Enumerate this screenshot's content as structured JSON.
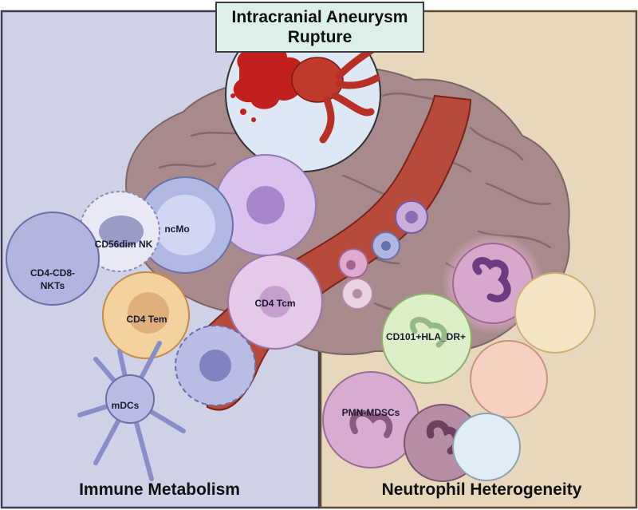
{
  "title": {
    "line1": "Intracranial Aneurysm",
    "line2": "Rupture"
  },
  "panels": {
    "left": {
      "label": "Immune Metabolism",
      "color": "#cfd2e6"
    },
    "right": {
      "label": "Neutrophil Heterogeneity",
      "color": "#e6d7bd"
    }
  },
  "cells": {
    "nkt": "CD4-CD8-",
    "nkt2": "NKTs",
    "nk": "CD56dim NK",
    "ncmo": "ncMo",
    "cd4tem": "CD4 Tem",
    "cd4tcm": "CD4 Tcm",
    "mdc": "mDCs",
    "cd101": "CD101+HLA_DR+",
    "pmn": "PMN-MDSCs"
  },
  "colors": {
    "brain": "#a98a8c",
    "vessel": "#b84a3c",
    "blood": "#c21f1f",
    "immune_cell": "#b3b6e0",
    "neutrophil": "#d7a8cc"
  }
}
